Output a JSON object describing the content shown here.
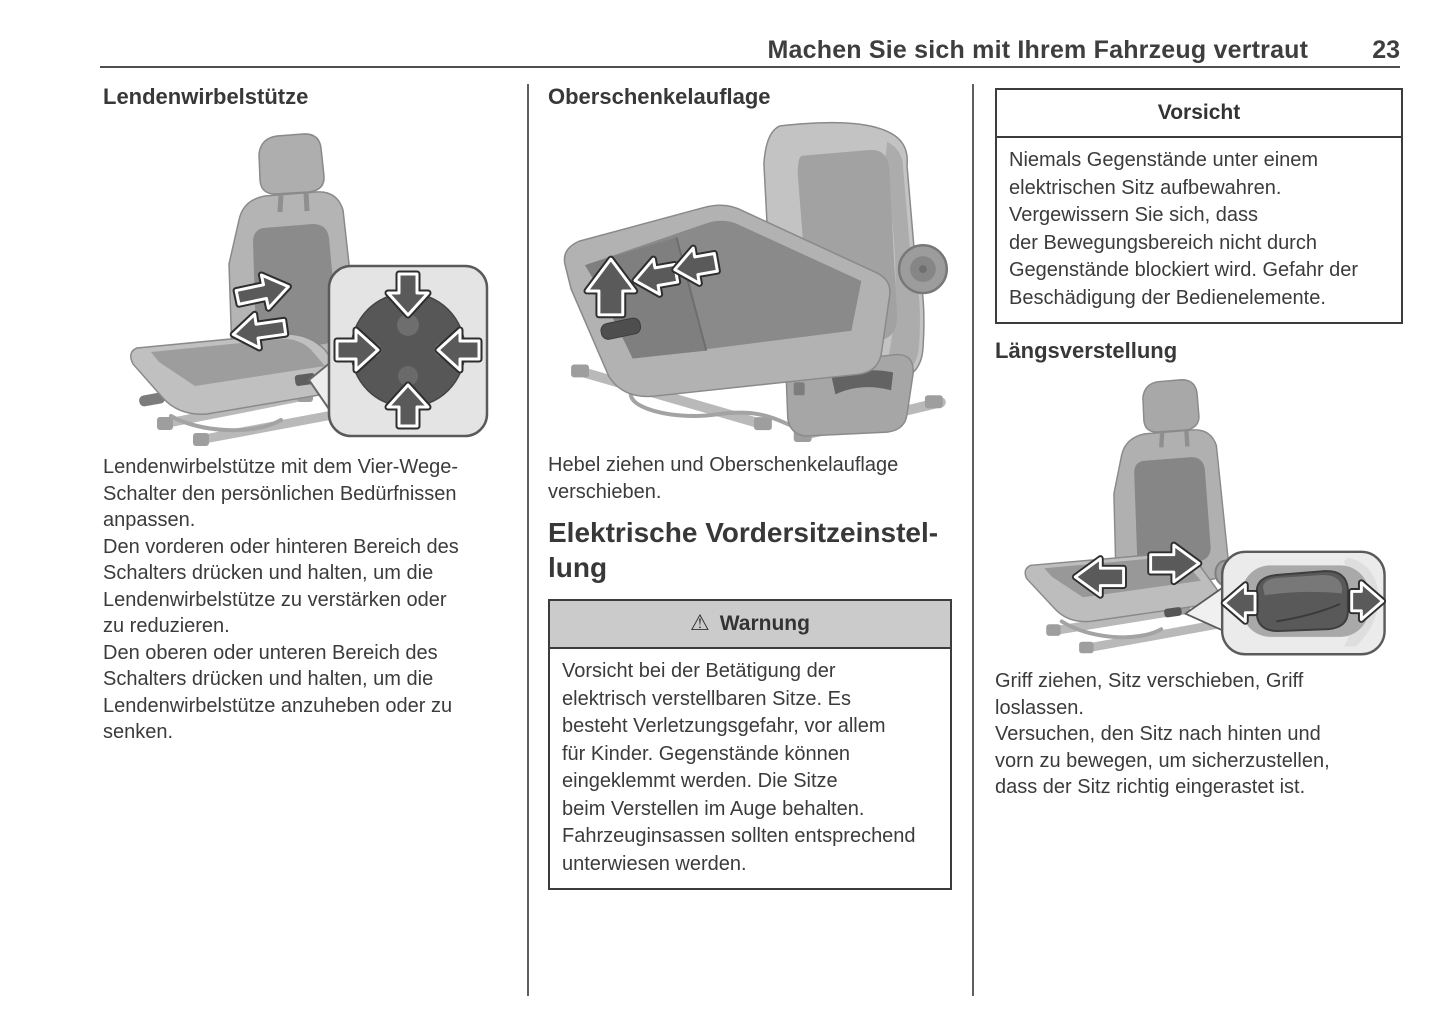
{
  "header": {
    "title": "Machen Sie sich mit Ihrem Fahrzeug vertraut",
    "page_number": "23"
  },
  "left_column": {
    "heading": "Lendenwirbelstütze",
    "figure_icon": "seat-with-four-way-lumbar-switch",
    "body": "Lendenwirbelstütze mit dem Vier-Wege-\nSchalter den persönlichen Bedürfnissen\nanpassen.\nDen vorderen oder hinteren Bereich des\nSchalters drücken und halten, um die\nLendenwirbelstütze zu verstärken oder\nzu reduzieren.\nDen oberen oder unteren Bereich des\nSchalters drücken und halten, um die\nLendenwirbelstütze anzuheben oder zu\nsenken."
  },
  "middle_column": {
    "heading": "Oberschenkelauflage",
    "figure_icon": "seat-cushion-thigh-support-with-lever",
    "caption": "Hebel ziehen und Oberschenkelauflage\nverschieben.",
    "section_heading": "Elektrische Vordersitzeinstel-\nlung",
    "warning_box": {
      "icon_glyph": "⚠",
      "title": "Warnung",
      "text": "Vorsicht bei der Betätigung der\nelektrisch verstellbaren Sitze. Es\nbesteht Verletzungsgefahr, vor allem\nfür Kinder. Gegenstände können\neingeklemmt werden. Die Sitze\nbeim Verstellen im Auge behalten.\nFahrzeuginsassen sollten entsprechend\nunterwiesen werden."
    }
  },
  "right_column": {
    "caution_box": {
      "title": "Vorsicht",
      "text": "Niemals Gegenstände unter einem\nelektrischen Sitz aufbewahren.\nVergewissern Sie sich, dass\nder Bewegungsbereich nicht durch\nGegenstände blockiert wird. Gefahr der\nBeschädigung der Bedienelemente."
    },
    "heading": "Längsverstellung",
    "figure_icon": "seat-with-longitudinal-adjustment-handle",
    "body": "Griff ziehen, Sitz verschieben, Griff\nloslassen.\nVersuchen, den Sitz nach hinten und\nvorn zu bewegen, um sicherzustellen,\ndass der Sitz richtig eingerastet ist."
  },
  "colors": {
    "text": "#3b3b3b",
    "header_rule": "#4f4f4f",
    "column_divider": "#5f5f5f",
    "box_border": "#3c3c3c",
    "warning_header_bg": "#cbcbcb",
    "figure_light_gray": "#c4c4c4",
    "figure_dark_gray": "#6f6f6f"
  }
}
